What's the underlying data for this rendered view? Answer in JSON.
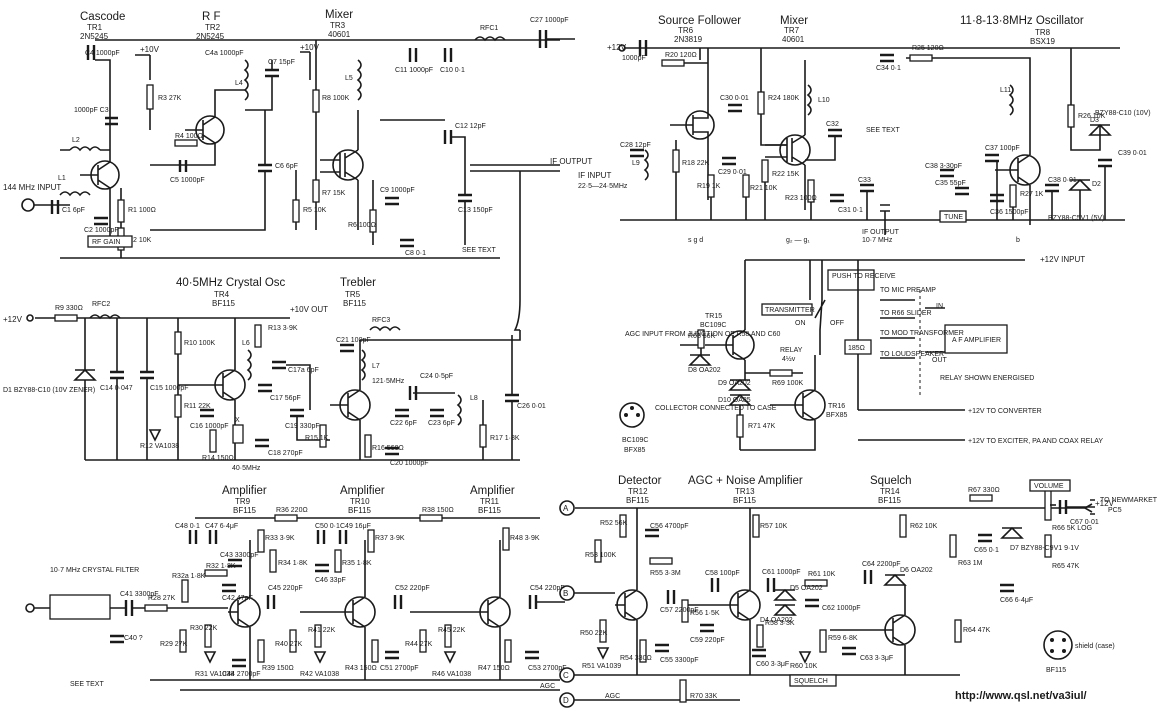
{
  "url": "http://www.qsl.net/va3iul/",
  "stages": {
    "cascode": {
      "title": "Cascode",
      "tr": "TR1",
      "part": "2N5245"
    },
    "rf": {
      "title": "R F",
      "tr": "TR2",
      "part": "2N5245"
    },
    "mixer1": {
      "title": "Mixer",
      "tr": "TR3",
      "part": "40601"
    },
    "source_follower": {
      "title": "Source Follower",
      "tr": "TR6",
      "part": "2N3819"
    },
    "mixer2": {
      "title": "Mixer",
      "tr": "TR7",
      "part": "40601"
    },
    "osc": {
      "title": "11·8-13·8MHz Oscillator",
      "tr": "TR8",
      "part": "BSX19"
    },
    "crystal_osc": {
      "title": "40·5MHz Crystal Osc",
      "tr": "TR4",
      "part": "BF115"
    },
    "trebler": {
      "title": "Trebler",
      "tr": "TR5",
      "part": "BF115"
    },
    "amp1": {
      "title": "Amplifier",
      "tr": "TR9",
      "part": "BF115"
    },
    "amp2": {
      "title": "Amplifier",
      "tr": "TR10",
      "part": "BF115"
    },
    "amp3": {
      "title": "Amplifier",
      "tr": "TR11",
      "part": "BF115"
    },
    "detector": {
      "title": "Detector",
      "tr": "TR12",
      "part": "BF115"
    },
    "agc": {
      "title": "AGC + Noise Amplifier",
      "tr": "TR13",
      "part": "BF115"
    },
    "squelch": {
      "title": "Squelch",
      "tr": "TR14",
      "part": "BF115"
    }
  },
  "io": {
    "in144": "144 MHz INPUT",
    "if_output": "IF OUTPUT",
    "if_input": "IF INPUT",
    "if_input_range": "22·5—24·5MHz",
    "if_output2": "IF OUTPUT",
    "if_output2_freq": "10·7 MHz",
    "plus12v": "+12V",
    "plus12v_input": "+12V INPUT",
    "plus10v": "+10V",
    "plus10v_out": "+10V OUT",
    "to_newmarket": "TO NEWMARKET",
    "pc5": "PC5",
    "crystal_filter": "10·7 MHz CRYSTAL FILTER",
    "agc_input": "AGC INPUT FROM JUNCTION OF R58 AND C60",
    "collector_note": "COLLECTOR CONNECTED TO CASE",
    "to_mic": "TO MIC PREAMP",
    "to_r66": "TO R66 SLIDER",
    "to_mod": "TO MOD TRANSFORMER",
    "to_ls": "TO LOUDSPEAKER",
    "to_converter": "+12V TO CONVERTER",
    "to_exciter": "+12V TO EXCITER, PA AND COAX RELAY",
    "relay_note": "RELAY SHOWN ENERGISED"
  },
  "labels": {
    "rf_gain": "RF GAIN",
    "tune": "TUNE",
    "squelch": "SQUELCH",
    "volume": "VOLUME",
    "push_to_receive": "PUSH TO RECEIVE",
    "transmitter": "TRANSMITTER",
    "on": "ON",
    "off": "OFF",
    "relay": "RELAY",
    "relay_v": "4½v",
    "relay_r": "185Ω",
    "af_amp": "A F AMPLIFIER",
    "in": "IN",
    "out": "OUT",
    "see_text": "SEE TEXT",
    "agc": "AGC",
    "shield": "shield (case)",
    "bc109c": "BC109C",
    "bfx85": "BFX85",
    "bf115": "BF115",
    "tr15": "TR15",
    "tr15p": "BC109C",
    "tr16": "TR16",
    "tr16p": "BFX85",
    "zener1": "D1 BZY88-C10 (10V ZENER)",
    "d3": "BZY88-C10 (10V)",
    "d2": "BZY88-C5V1 (5V)",
    "freq_121": "121·5MHz",
    "freq_405": "40·5MHz",
    "sgd": "s g d",
    "g2g1": "g₂ — g₁",
    "b": "b",
    "node_a": "A",
    "node_b": "B",
    "node_c": "C",
    "node_d": "D"
  },
  "components": {
    "c4": "C4 1000pF",
    "c4a": "C4a 1000pF",
    "r3": "R3 27K",
    "c3": "1000pF C3",
    "l1": "L1",
    "l2": "L2",
    "c1": "C1 6pF",
    "c2": "C2 1000pF",
    "r1": "R1 100Ω",
    "r2": "R2 10K",
    "r4": "R4 100Ω",
    "c5": "C5 1000pF",
    "l4": "L4",
    "c7": "C7 15pF",
    "c6": "C6 6pF",
    "r5": "R5 10K",
    "l5": "L5",
    "r8": "R8 100K",
    "r7": "R7 15K",
    "c9": "C9 1000pF",
    "r6": "R6 100Ω",
    "c8": "C8 0·1",
    "c11": "C11 1000pF",
    "c10": "C10 0·1",
    "rfc1": "RFC1",
    "c27": "C27 1000pF",
    "c12": "C12 12pF",
    "c13": "C13 150pF",
    "c28": "C28 12pF",
    "l9": "L9",
    "r20": "R20 120Ω",
    "c30": "C30 0·01",
    "r24": "R24 180K",
    "l10": "L10",
    "r18": "R18 22K",
    "c29": "C29 0·01",
    "r19": "R19 1K",
    "r21": "R21 10K",
    "r22": "R22 15K",
    "r23": "R23 100Ω",
    "c32": "C32",
    "c31": "C31 0·1",
    "c33": "C33",
    "c34": "C34 0·1",
    "r25": "R25 120Ω",
    "l11": "L11",
    "r26": "R26 10K",
    "d3c": "D3",
    "c39": "C39 0·01",
    "c37": "C37 100pF",
    "c38": "C38 3-30pF",
    "c35": "C35 55pF",
    "c36": "C36 1500pF",
    "r27": "R27 1K",
    "c38b": "C38 0·01",
    "d2c": "D2",
    "r9": "R9 330Ω",
    "rfc2": "RFC2",
    "r10": "R10 100K",
    "r13": "R13 3·9K",
    "l6": "L6",
    "c17a": "C17a 6pF",
    "c17": "C17 56pF",
    "c14": "C14 0·047",
    "c15": "C15 1000pF",
    "r11": "R11 22K",
    "c16": "C16 1000pF",
    "r12": "R12 VA1038",
    "r14": "R14 150Ω",
    "c18": "C18 270pF",
    "x": "X",
    "c19": "C19 330pF",
    "rfc3": "RFC3",
    "c21": "C21 100pF",
    "l7": "L7",
    "c24": "C24 0·5pF",
    "c22": "C22 6pF",
    "c23": "C23 6pF",
    "l8": "L8",
    "c26": "C26 0·01",
    "r15": "R15 1K",
    "r16": "R16 560Ω",
    "c20": "C20 1000pF",
    "r17": "R17 1·8K",
    "r36": "R36 220Ω",
    "c48": "C48 0·1",
    "c47": "C47 6·4μF",
    "r33": "R33 3·9K",
    "c50": "C50 0·1",
    "c49": "C49 16μF",
    "r37": "R37 3·9K",
    "r38": "R38 150Ω",
    "r48": "R48 3·9K",
    "r34": "R34 1·8K",
    "r35": "R35 1·8K",
    "c46": "C46 33pF",
    "c43": "C43 3300pF",
    "r32a": "R32a 1·8K",
    "r32": "R32 1·8K",
    "c42": "C42 47pF",
    "c45": "C45 220pF",
    "c52": "C52 220pF",
    "c54": "C54 220pF",
    "c41": "C41 3300pF",
    "r28": "R28 27K",
    "r29": "R29 27K",
    "r30": "R30 22K",
    "r39": "R39 150Ω",
    "r40": "R40 27K",
    "r41": "R41 22K",
    "r42": "R42 VA1038",
    "r43": "R43 150Ω",
    "r44": "R44 27K",
    "r45": "R45 22K",
    "r46": "R46 VA1038",
    "r47": "R47 150Ω",
    "c51": "C51 2700pF",
    "c53": "C53 2700pF",
    "c44": "C44 2700pF",
    "r31": "R31 VA1038",
    "c40": "C40 ?",
    "r52": "R52 56K",
    "c56": "C56 4700pF",
    "r53": "R53 100K",
    "r55": "R55 3·3M",
    "c57": "C57 2200pF",
    "c58": "C58 100pF",
    "r57": "R57 10K",
    "r56": "R56 1·5K",
    "r50": "R50 22K",
    "r51": "R51 VA1039",
    "r54": "R54 330Ω",
    "c55": "C55 3300pF",
    "c59": "C59 220pF",
    "r58": "R58 3·3K",
    "c60": "C60 3·3μF",
    "r70": "R70 33K",
    "c61": "C61 1000pF",
    "d5": "D5 OA202",
    "d4": "D4 OA202",
    "r61": "R61 10K",
    "c62": "C62 1000pF",
    "c64": "C64 2200pF",
    "d6": "D6 OA202",
    "r59": "R59 6·8K",
    "r60": "R60 10K",
    "c63": "C63 3·3μF",
    "r67": "R67 330Ω",
    "r66": "R66 5K LOG",
    "c67": "C67 0·01",
    "r62": "R62 10K",
    "c65": "C65 0·1",
    "d7": "D7 BZY88-C9V1 9·1V",
    "r63": "R63 1M",
    "r65": "R65 47K",
    "c66": "C66 6·4μF",
    "r64": "R64 47K",
    "r68": "R68 56K",
    "d8": "D8 OA202",
    "d9": "D9 OA202",
    "d10": "D10 OA85",
    "r69": "R69 100K",
    "r71": "R71 47K"
  }
}
